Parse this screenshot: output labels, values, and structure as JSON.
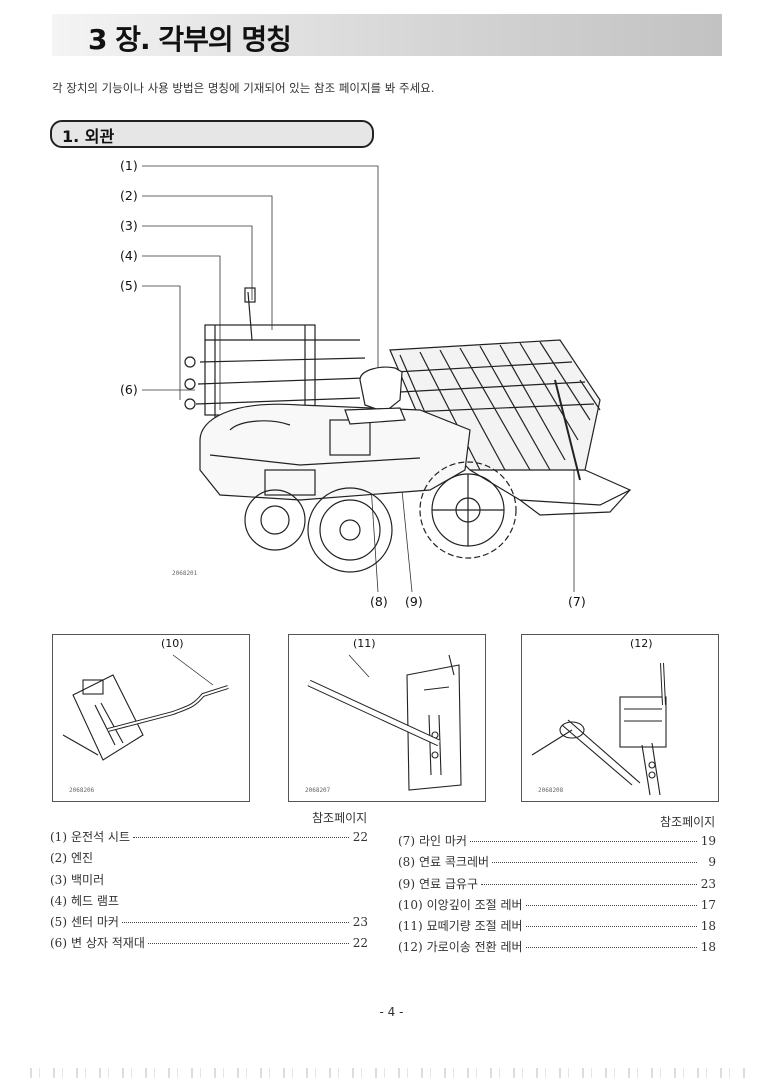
{
  "header": {
    "chapter_title": "3 장. 각부의 명칭",
    "intro_text": "각 장치의 기능이나 사용 방법은 명칭에 기재되어 있는 참조 페이지를 봐 주세요."
  },
  "section": {
    "title": "1. 외관"
  },
  "illustration": {
    "callouts": [
      "(1)",
      "(2)",
      "(3)",
      "(4)",
      "(5)",
      "(6)",
      "(7)",
      "(8)",
      "(9)"
    ],
    "drawing_code": "2068201"
  },
  "details": [
    {
      "label": "(10)",
      "code": "2068206"
    },
    {
      "label": "(11)",
      "code": "2068207"
    },
    {
      "label": "(12)",
      "code": "2068208"
    }
  ],
  "reference": {
    "header": "참조페이지"
  },
  "parts_left": [
    {
      "num": "(1)",
      "name": "운전석 시트",
      "page": "22"
    },
    {
      "num": "(2)",
      "name": "엔진",
      "page": ""
    },
    {
      "num": "(3)",
      "name": "백미러",
      "page": ""
    },
    {
      "num": "(4)",
      "name": "헤드 램프",
      "page": ""
    },
    {
      "num": "(5)",
      "name": "센터 마커",
      "page": "23"
    },
    {
      "num": "(6)",
      "name": "변 상자 적재대",
      "page": "22"
    }
  ],
  "parts_right": [
    {
      "num": "(7)",
      "name": "라인 마커",
      "page": "19"
    },
    {
      "num": "(8)",
      "name": "연료 콕크레버",
      "page": "9"
    },
    {
      "num": "(9)",
      "name": "연료 급유구",
      "page": "23"
    },
    {
      "num": "(10)",
      "name": "이앙깊이 조절 레버",
      "page": "17"
    },
    {
      "num": "(11)",
      "name": "묘떼기량 조절 레버",
      "page": "18"
    },
    {
      "num": "(12)",
      "name": "가로이송 전환 레버",
      "page": "18"
    }
  ],
  "footer": {
    "page_number": "- 4 -"
  }
}
